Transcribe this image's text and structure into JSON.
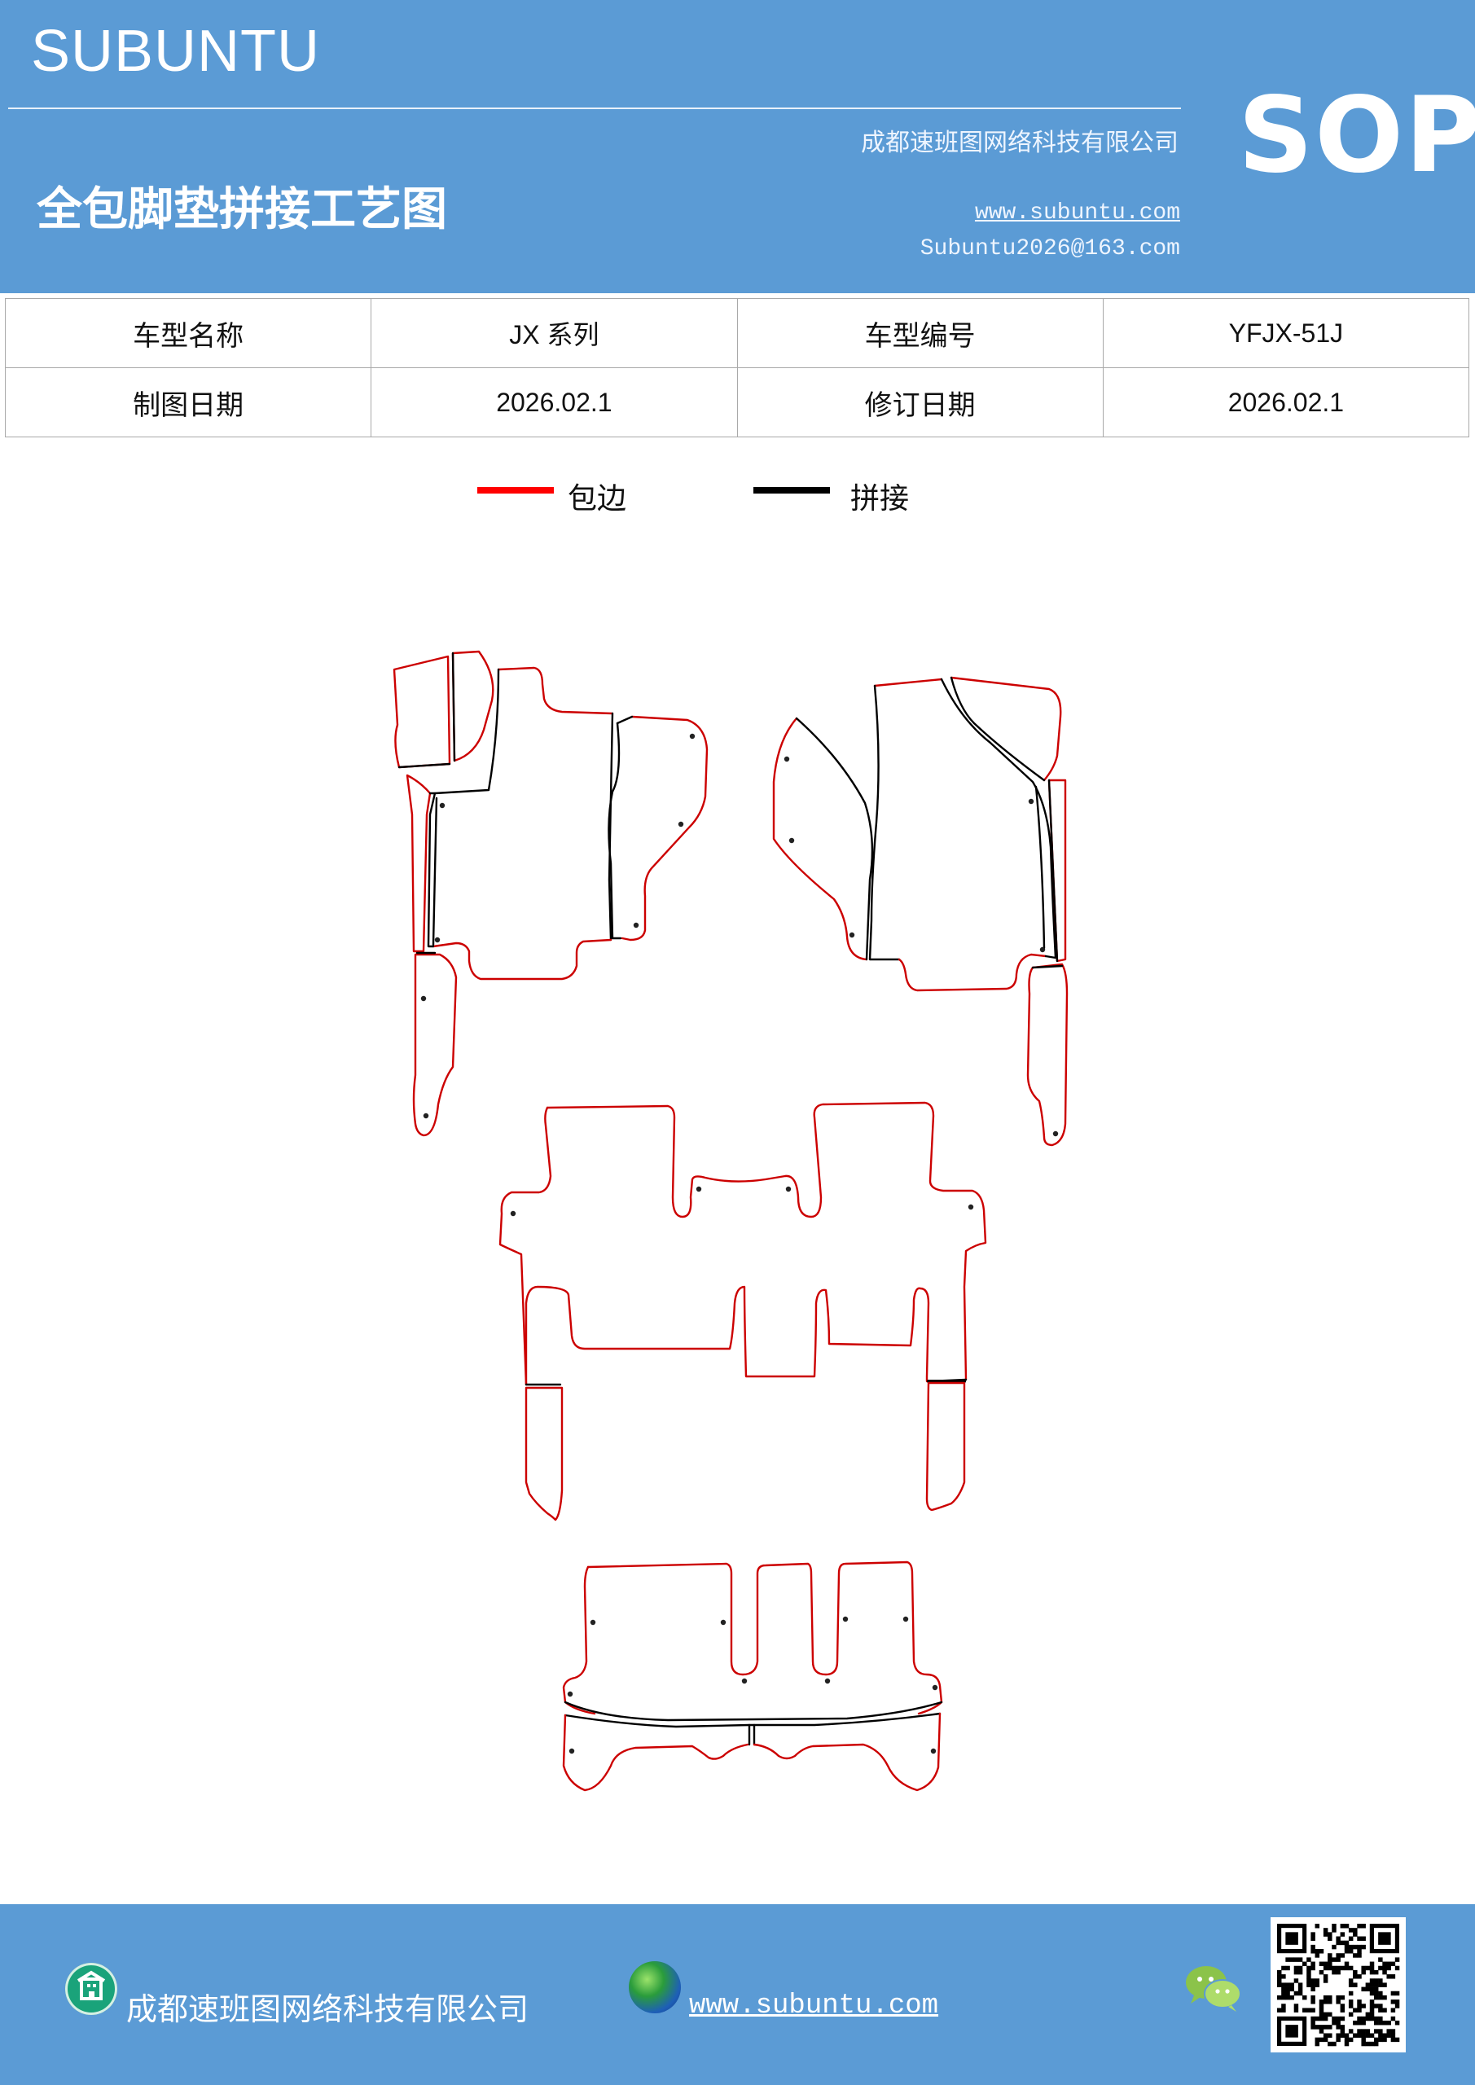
{
  "header": {
    "brand": "SUBUNTU",
    "company": "成都速班图网络科技有限公司",
    "title": "全包脚垫拼接工艺图",
    "website": "www.subuntu.com",
    "email": "Subuntu2026@163.com",
    "badge": "SOP"
  },
  "info_table": {
    "rows": [
      {
        "label1": "车型名称",
        "value1": "JX 系列",
        "label2": "车型编号",
        "value2": "YFJX-51J"
      },
      {
        "label1": "制图日期",
        "value1": "2026.02.1",
        "label2": "修订日期",
        "value2": "2026.02.1"
      }
    ]
  },
  "legend": {
    "items": [
      {
        "label": "包边",
        "color": "#ff0000"
      },
      {
        "label": "拼接",
        "color": "#000000"
      }
    ]
  },
  "footer": {
    "company": "成都速班图网络科技有限公司",
    "website": "www.subuntu.com",
    "icons": [
      "building-icon",
      "globe-icon",
      "wechat-icon",
      "qr-code"
    ]
  },
  "colors": {
    "header_bg": "#5b9bd5",
    "edge_binding": "#ff0000",
    "seam": "#000000"
  }
}
